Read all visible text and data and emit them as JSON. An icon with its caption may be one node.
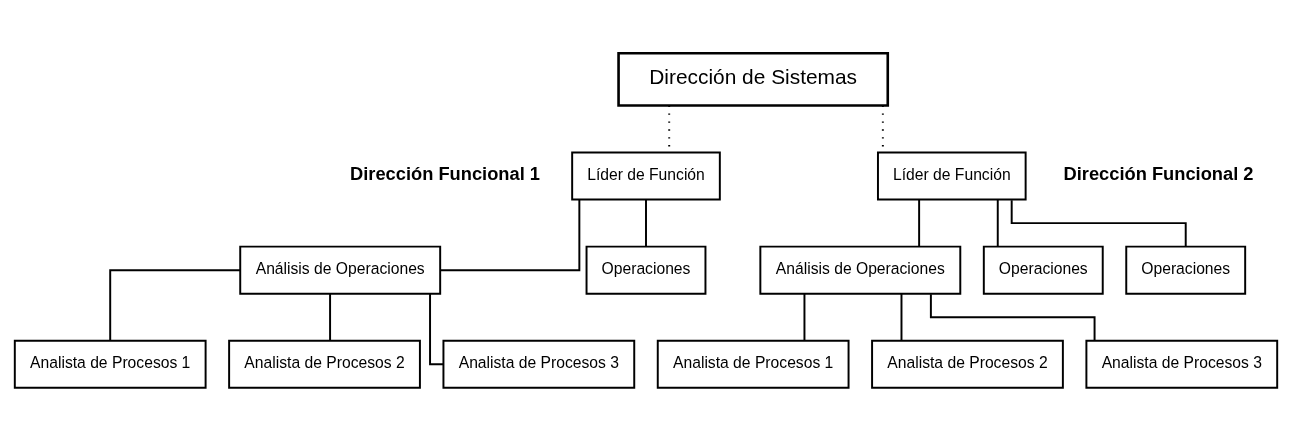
{
  "diagram": {
    "nodes": [
      {
        "text": [
          "Dirección de Sistemas"
        ]
      },
      {
        "text": [
          "Líder de Función"
        ],
        "beside": [
          "Dirección Funcional 1"
        ]
      },
      {
        "text": [
          "Análisis de Operaciones"
        ]
      },
      {
        "text": [
          "Operaciones"
        ]
      },
      {
        "text": [
          "Analista de Procesos 1"
        ]
      },
      {
        "text": [
          "Analista de Procesos 2"
        ]
      },
      {
        "text": [
          "Analista de Procesos 3"
        ]
      },
      {
        "text": [
          "Líder de Función"
        ],
        "beside": [
          "Dirección Funcional 2"
        ]
      },
      {
        "text": [
          "Análisis de Operaciones"
        ]
      },
      {
        "text": [
          "Operaciones"
        ]
      },
      {
        "text": [
          "Operaciones"
        ]
      },
      {
        "text": [
          "Analista de Procesos 1"
        ]
      },
      {
        "text": [
          "Analista de Procesos 2"
        ]
      },
      {
        "text": [
          "Analista de Procesos 3"
        ]
      }
    ],
    "edges": [
      {
        "from": 0,
        "to": 1,
        "arrow": "none",
        "style": "dashed"
      },
      {
        "from": 0,
        "to": 7,
        "arrow": "none",
        "style": "dashed"
      },
      {
        "from": 1,
        "to": 2,
        "arrow": "none"
      },
      {
        "from": 1,
        "to": 3,
        "arrow": "none"
      },
      {
        "from": 2,
        "to": 4,
        "arrow": "none"
      },
      {
        "from": 2,
        "to": 5,
        "arrow": "none"
      },
      {
        "from": 2,
        "to": 6,
        "arrow": "none"
      },
      {
        "from": 7,
        "to": 8,
        "arrow": "none"
      },
      {
        "from": 7,
        "to": 9,
        "arrow": "none"
      },
      {
        "from": 7,
        "to": 10,
        "arrow": "none"
      },
      {
        "from": 8,
        "to": 11,
        "arrow": "none"
      },
      {
        "from": 8,
        "to": 12,
        "arrow": "none"
      },
      {
        "from": 8,
        "to": 13,
        "arrow": "none"
      }
    ]
  }
}
